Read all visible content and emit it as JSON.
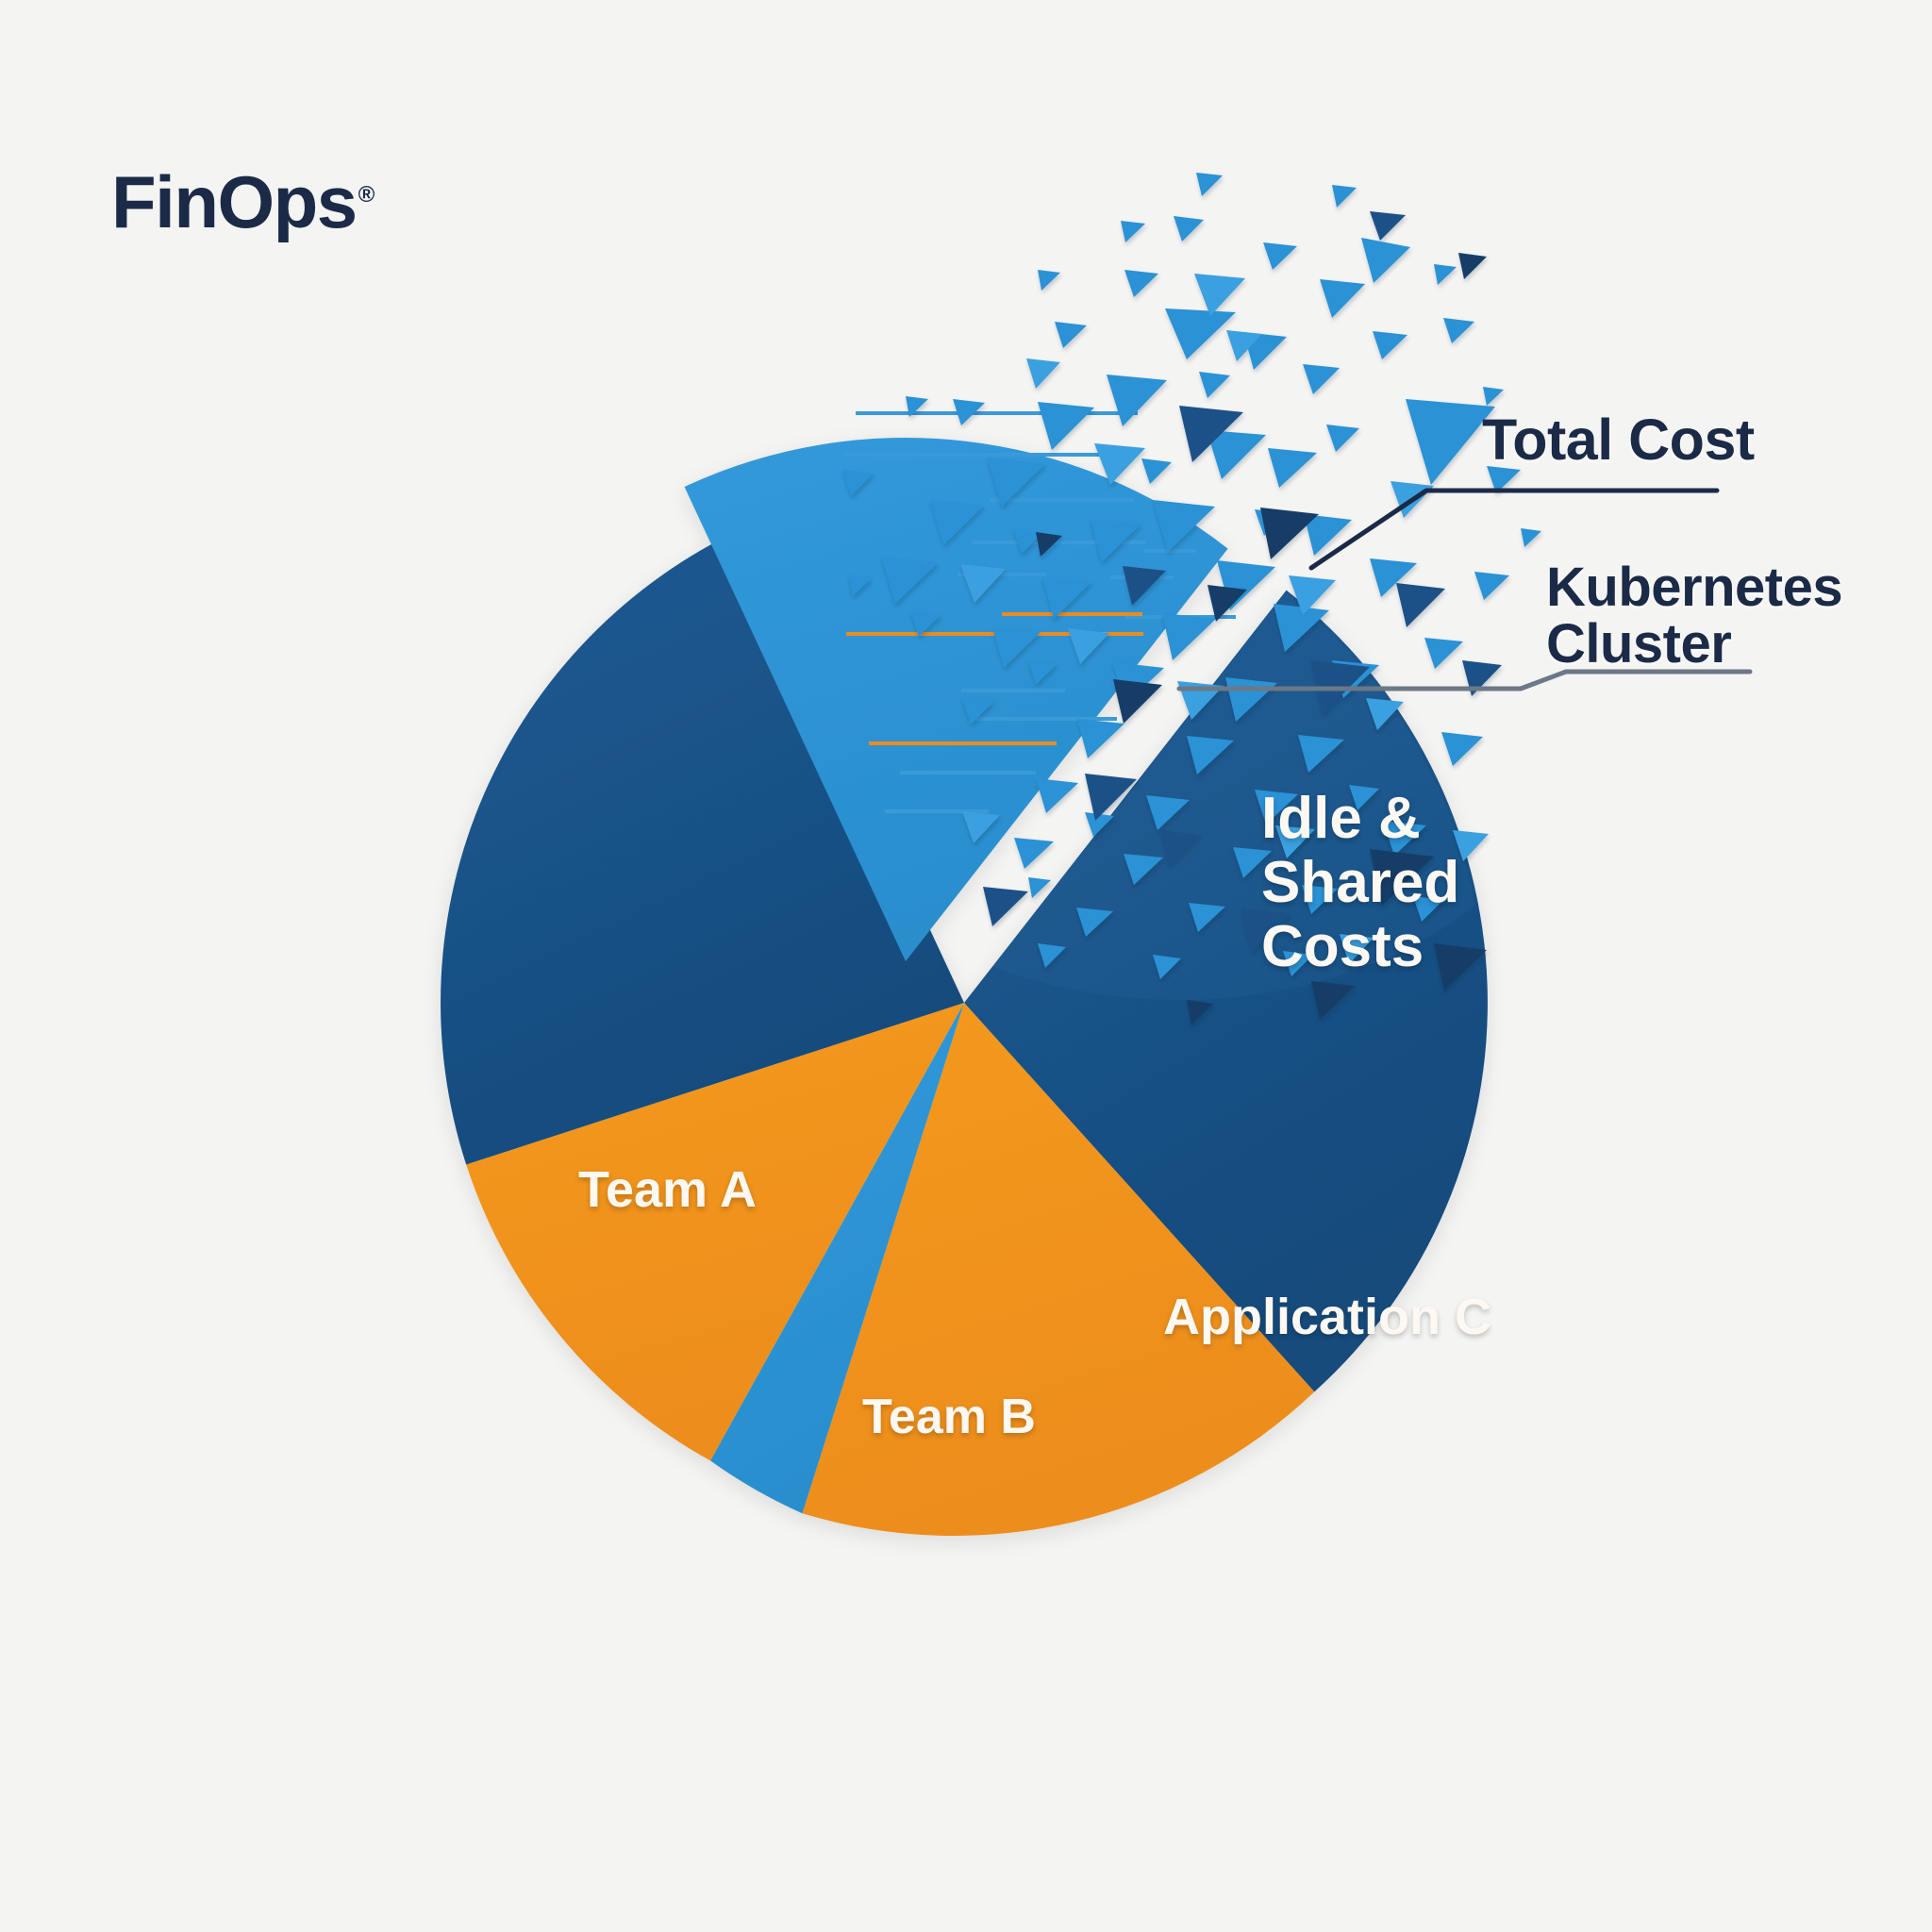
{
  "brand": {
    "name": "FinOps",
    "registered_mark": "®"
  },
  "callouts": {
    "total_cost": "Total Cost",
    "kubernetes_cluster": "Kubernetes\nCluster"
  },
  "palette": {
    "background": "#f4f4f3",
    "navy": "#1b5187",
    "navy_dark": "#143d68",
    "blue": "#2c92d5",
    "blue_light": "#3ba0e0",
    "orange": "#f0921e",
    "text_dark": "#1b2a47",
    "text_light": "#fdf8f2"
  },
  "chart_data": {
    "type": "pie",
    "title": "Kubernetes Cluster Total Cost Allocation",
    "grid": false,
    "legend": "none",
    "label_position": "inside-slice",
    "center": [
      1022,
      1063
    ],
    "radius": 555,
    "note": "Donut-less pie; the 'Unallocated / exploded' light-blue slice is pulled out of the pie and the navy 'Idle & Shared Costs' slice is fragmenting into triangles.",
    "slices": [
      {
        "label": "Idle &\nShared\nCosts",
        "flat_label": "Idle & Shared Costs",
        "value": 28,
        "color": "#1b5187",
        "start_angle": -52,
        "end_angle": 48,
        "exploded": false,
        "fragmenting": true
      },
      {
        "label": "Application C",
        "value": 17,
        "color": "#f0921e",
        "start_angle": 48,
        "end_angle": 108,
        "exploded": false,
        "fragmenting": false
      },
      {
        "label": "",
        "flat_label": "unlabeled blue sliver",
        "value": 3,
        "color": "#2c92d5",
        "start_angle": 108,
        "end_angle": 119,
        "exploded": false,
        "fragmenting": false
      },
      {
        "label": "Team B",
        "value": 12,
        "color": "#f0921e",
        "start_angle": 119,
        "end_angle": 162,
        "exploded": false,
        "fragmenting": false
      },
      {
        "label": "Team A",
        "value": 23,
        "color": "#1b5187",
        "start_angle": 162,
        "end_angle": 245,
        "exploded": false,
        "fragmenting": false
      },
      {
        "label": "",
        "flat_label": "exploded light-blue slice",
        "value": 17,
        "color": "#2c92d5",
        "start_angle": 245,
        "end_angle": 308,
        "exploded": true,
        "explode_offset": [
          -60,
          -42
        ],
        "fragmenting": false
      }
    ]
  },
  "annotations": {
    "leader_lines": [
      {
        "for": "Total Cost",
        "style": "elbow"
      },
      {
        "for": "Kubernetes Cluster",
        "style": "elbow"
      }
    ],
    "speed_lines": {
      "blue_count": 12,
      "orange_count": 3,
      "direction": "horizontal-left"
    },
    "fragment_triangles": {
      "count": 118,
      "colors": [
        "#2c92d5",
        "#3ba0e0",
        "#1b5187",
        "#143d68"
      ]
    }
  }
}
